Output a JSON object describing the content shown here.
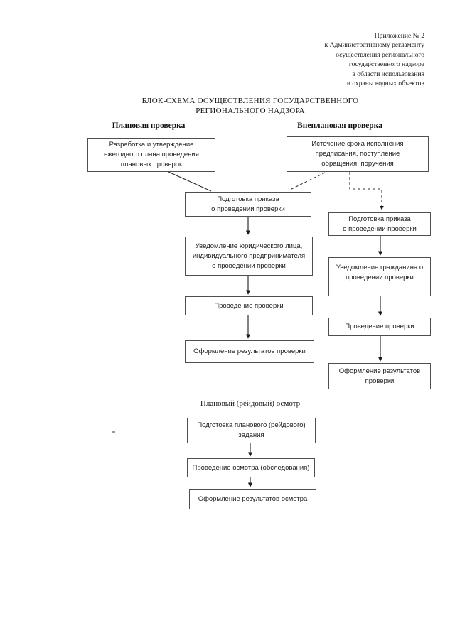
{
  "appendix": {
    "lines": [
      "Приложение № 2",
      "к Административному регламенту",
      "осуществления регионального",
      "государственного надзора",
      "в области использования",
      "и охраны водных объектов"
    ]
  },
  "title": {
    "line1": "БЛОК-СХЕМА ОСУЩЕСТВЛЕНИЯ ГОСУДАРСТВЕННОГО",
    "line2": "РЕГИОНАЛЬНОГО НАДЗОРА"
  },
  "headers": {
    "planned": "Плановая проверка",
    "unplanned": "Внеплановая проверка",
    "raid": "Плановый (рейдовый) осмотр"
  },
  "boxes": {
    "plan_develop": {
      "lines": [
        "Разработка и утверждение",
        "ежегодного плана проведения",
        "плановых проверок"
      ]
    },
    "unplanned_trigger": {
      "lines": [
        "Истечение срока исполнения",
        "предписания, поступление",
        "обращения, поручения"
      ]
    },
    "order_center": {
      "lines": [
        "Подготовка приказа",
        "о проведении проверки"
      ]
    },
    "notify_legal": {
      "lines": [
        "Уведомление юридического лица,",
        "индивидуального предпринимателя",
        "о проведении проверки"
      ]
    },
    "conduct_center": {
      "lines": [
        "Проведение проверки"
      ]
    },
    "results_center": {
      "lines": [
        "Оформление результатов проверки"
      ]
    },
    "order_right": {
      "lines": [
        "Подготовка приказа",
        "о проведении проверки"
      ]
    },
    "notify_citizen": {
      "lines": [
        "Уведомление гражданина о",
        "проведении проверки"
      ]
    },
    "conduct_right": {
      "lines": [
        "Проведение проверки"
      ]
    },
    "results_right": {
      "lines": [
        "Оформление результатов",
        "проверки"
      ]
    },
    "raid_task": {
      "lines": [
        "Подготовка планового (рейдового)",
        "задания"
      ]
    },
    "raid_conduct": {
      "lines": [
        "Проведение осмотра (обследования)"
      ]
    },
    "raid_results": {
      "lines": [
        "Оформление результатов осмотра"
      ]
    }
  },
  "colors": {
    "text": "#1c1c1c",
    "box_border": "#4f4f4f",
    "connector": "#2e2e2e",
    "background": "#ffffff"
  }
}
